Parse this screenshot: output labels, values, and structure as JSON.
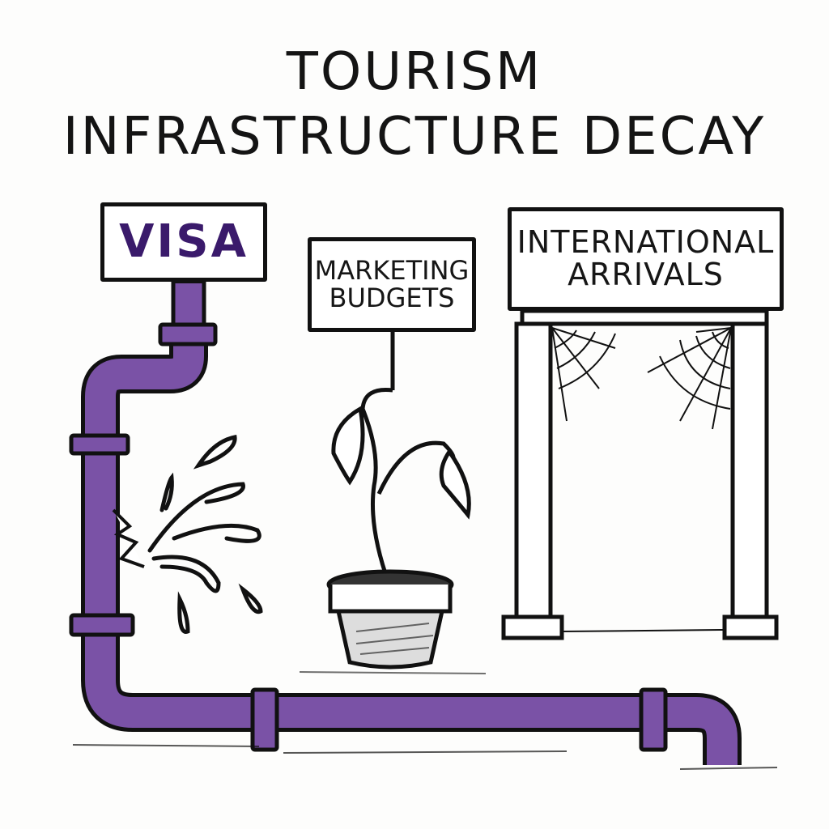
{
  "title": {
    "line1": "TOURISM",
    "line2": "INFRASTRUCTURE DECAY"
  },
  "colors": {
    "pipe_purple": "#7a52a6",
    "visa_text": "#3a1a6b",
    "ink": "#111111",
    "background": "#fdfdfc"
  },
  "elements": {
    "visa_pipe": {
      "sign_label": "VISA",
      "description": "Purple pipe with a crack leaking water droplets",
      "icon": "leaking-pipe-icon"
    },
    "marketing_plant": {
      "sign_label_line1": "MARKETING",
      "sign_label_line2": "BUDGETS",
      "description": "Wilting plant in a flower pot",
      "icon": "wilting-plant-icon"
    },
    "arrivals_gate": {
      "sign_label_line1": "INTERNATIONAL",
      "sign_label_line2": "ARRIVALS",
      "description": "Empty gateway covered in cobwebs",
      "icon": "cobweb-gate-icon"
    }
  }
}
